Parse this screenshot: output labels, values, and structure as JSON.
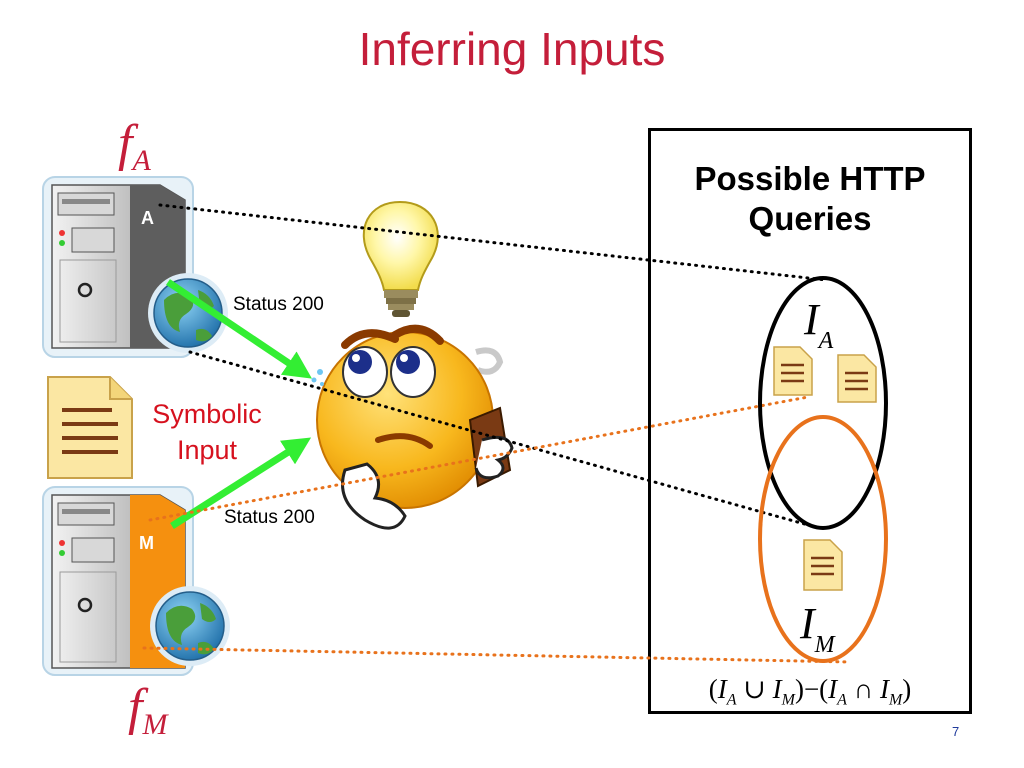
{
  "slide": {
    "title": "Inferring Inputs",
    "page_number": "7"
  },
  "servers": {
    "a": {
      "func_symbol": "f",
      "func_sub": "A",
      "badge": "A"
    },
    "m": {
      "func_symbol": "f",
      "func_sub": "M",
      "badge": "M"
    }
  },
  "symbolic_input": {
    "line1": "Symbolic",
    "line2": "Input"
  },
  "responses": {
    "top": "Status 200",
    "bottom": "Status 200"
  },
  "panel": {
    "title_line1": "Possible HTTP",
    "title_line2": "Queries",
    "set_a": {
      "letter": "I",
      "sub": "A"
    },
    "set_m": {
      "letter": "I",
      "sub": "M"
    },
    "formula": {
      "open1": "(",
      "i1": "I",
      "s1": "A",
      "op1": " ∪ ",
      "i2": "I",
      "s2": "M",
      "close1": ")",
      "minus": "−",
      "open2": "(",
      "i3": "I",
      "s3": "A",
      "op2": " ∩ ",
      "i4": "I",
      "s4": "M",
      "close2": ")"
    }
  },
  "colors": {
    "title": "#c41e3a",
    "orange": "#e8721c",
    "green": "#33ee33",
    "black": "#000000"
  },
  "icons": [
    "server-a-icon",
    "server-m-icon",
    "globe-icon",
    "document-icon",
    "lightbulb-icon",
    "thinking-face-icon"
  ]
}
